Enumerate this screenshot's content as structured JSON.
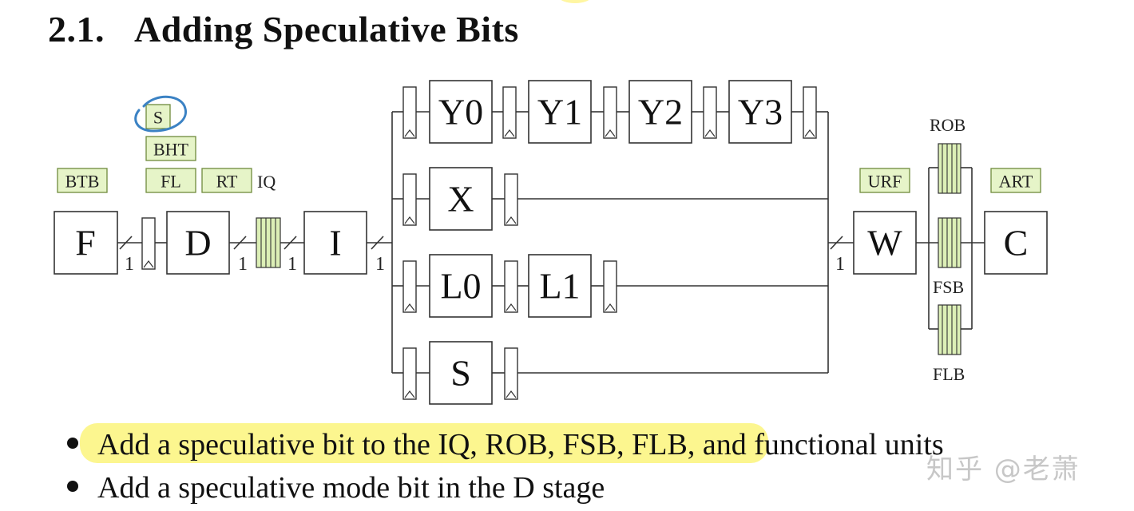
{
  "heading": {
    "number": "2.1.",
    "title": "Adding Speculative Bits"
  },
  "stages": {
    "F": "F",
    "D": "D",
    "I": "I",
    "Y0": "Y0",
    "Y1": "Y1",
    "Y2": "Y2",
    "Y3": "Y3",
    "X": "X",
    "L0": "L0",
    "L1": "L1",
    "S": "S",
    "W": "W",
    "C": "C"
  },
  "tags": {
    "btb": "BTB",
    "s_bit": "S",
    "bht": "BHT",
    "fl": "FL",
    "rt": "RT",
    "urf": "URF",
    "art": "ART"
  },
  "labels": {
    "iq": "IQ",
    "rob": "ROB",
    "fsb": "FSB",
    "flb": "FLB"
  },
  "bus_width": "1",
  "colors": {
    "tag_fill": "#e6f4c8",
    "highlight": "#fbf57b",
    "annotation_circle": "#3b82c4"
  },
  "bullets": [
    "Add a speculative bit to the IQ, ROB, FSB, FLB, and functional units",
    "Add a speculative mode bit in the D stage"
  ],
  "watermark": "知乎 @老萧"
}
